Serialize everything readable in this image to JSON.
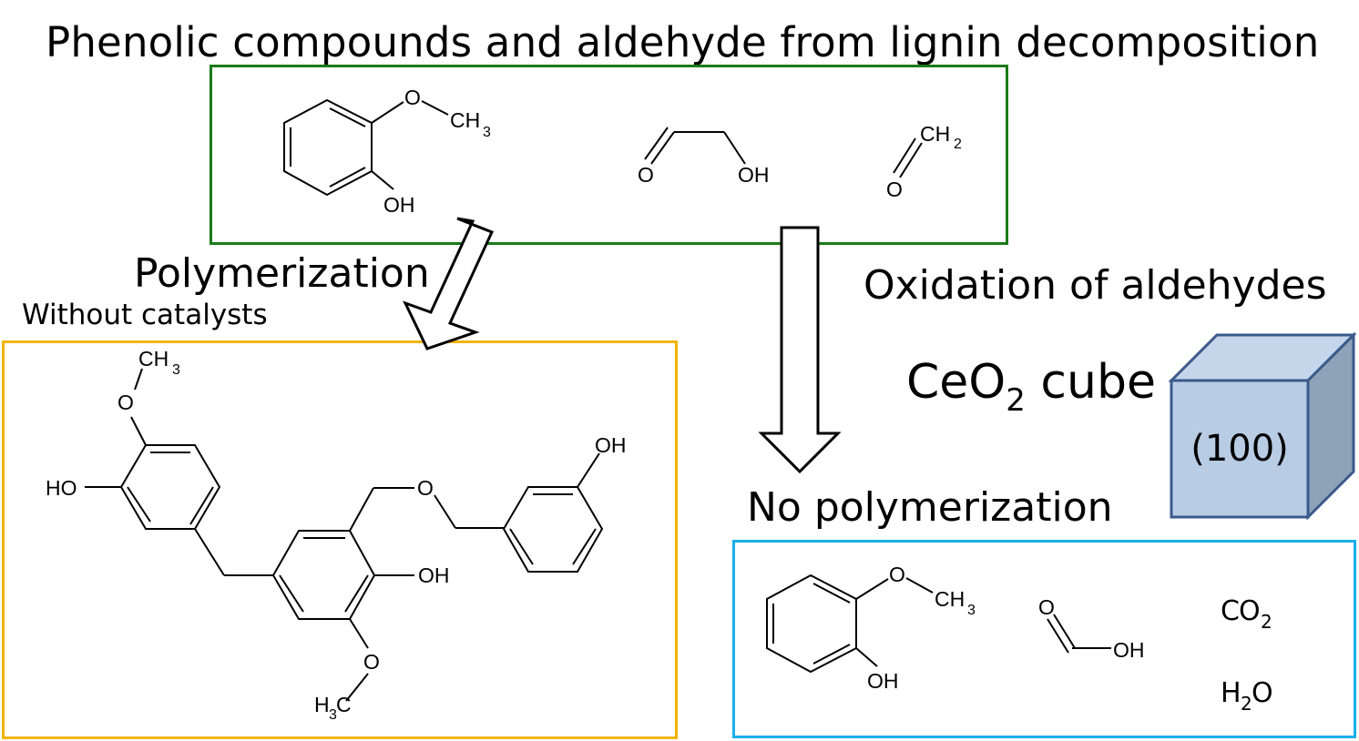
{
  "title": "Phenolic compounds and aldehyde from lignin decomposition",
  "labels": {
    "polymerization": "Polymerization",
    "without_catalysts": "Without catalysts",
    "oxidation": "Oxidation of aldehydes",
    "ceo2_main": "CeO",
    "ceo2_sub": "2",
    "ceo2_rest": " cube",
    "no_polymerization": "No polymerization",
    "cube_face": "(100)"
  },
  "atoms": {
    "O": "O",
    "OH": "OH",
    "HO": "HO",
    "CH": "CH",
    "C": "C",
    "H": "H",
    "sub3": "3",
    "sub2": "2"
  },
  "colors": {
    "green_box": "#1a7a1a",
    "yellow_box": "#f0b400",
    "blue_box": "#1ab0e8",
    "cube_front": "#b8cce4",
    "cube_top": "#c5d6ea",
    "cube_side": "#8fa3b8",
    "cube_edge": "#3a5a8c"
  }
}
